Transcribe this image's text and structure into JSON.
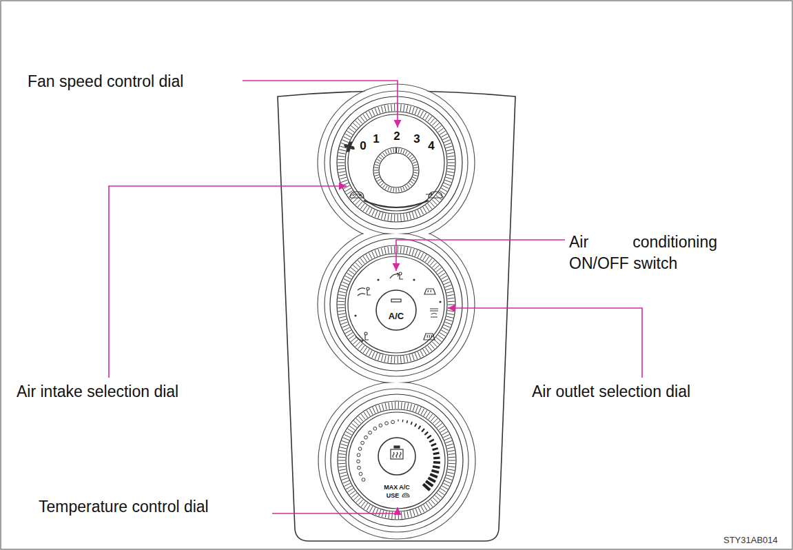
{
  "diagram": {
    "labels": [
      "Fan speed control dial",
      "0",
      "1",
      "2",
      "3",
      "4",
      "Air conditioning ON/OFF switch",
      "A/C",
      "Air intake selection dial",
      "Air outlet selection dial",
      "MAX A/C",
      "USE",
      "Temperature control dial",
      "STY31AB014"
    ]
  }
}
